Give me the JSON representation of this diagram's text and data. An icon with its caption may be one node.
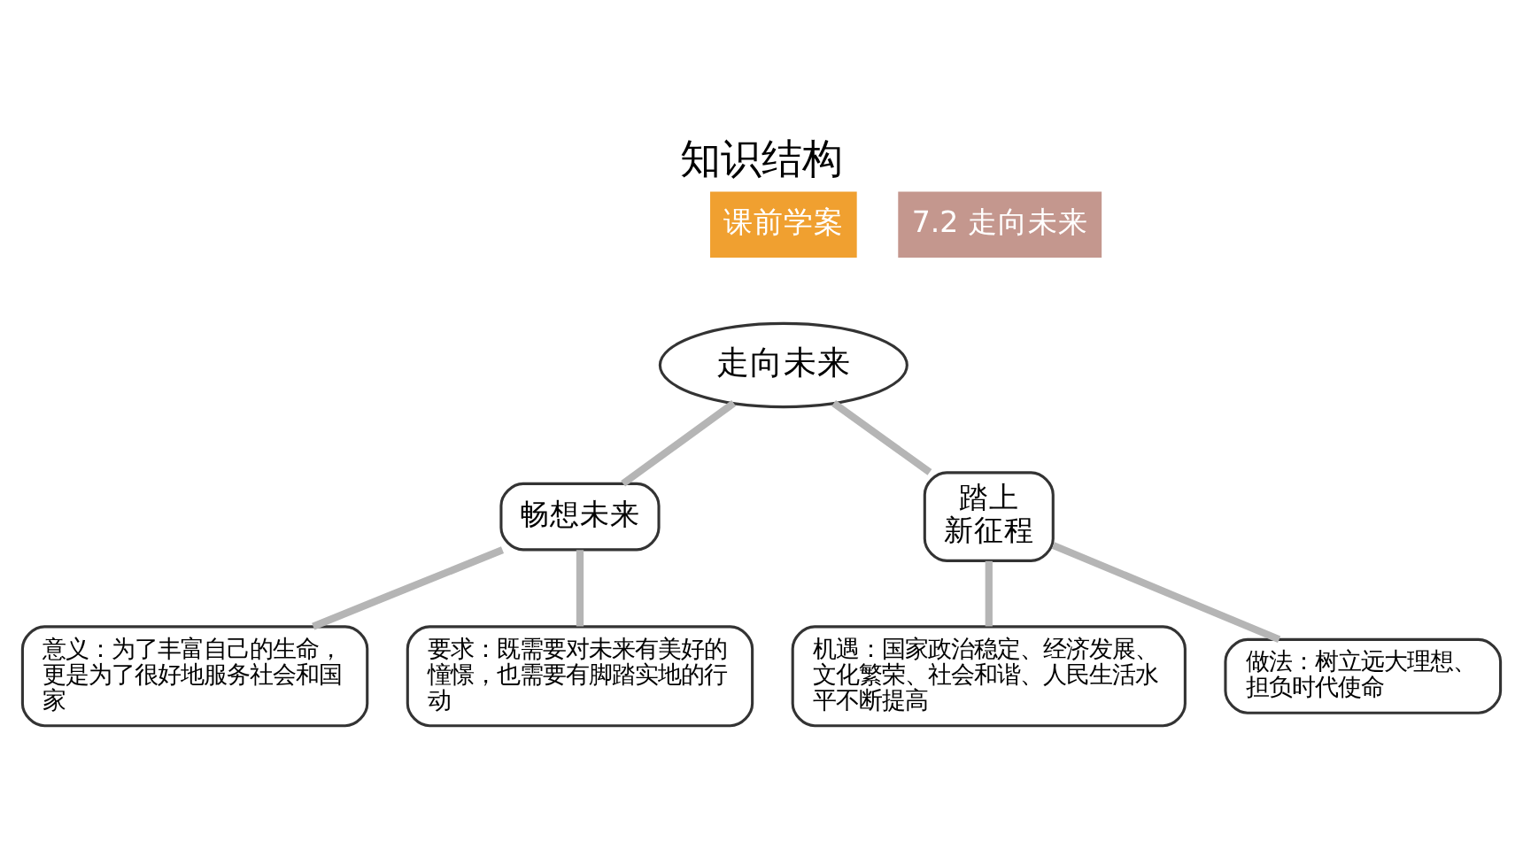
{
  "diagram": {
    "title": "知识结构",
    "nodes": [
      {
        "text": [
          "走向未来"
        ]
      },
      {
        "text": [
          "畅想未来"
        ]
      },
      {
        "text": [
          "踏上新征程"
        ]
      },
      {
        "text": [
          "意义：为了丰富自己的生命，更是为了很好地服务社会和国家"
        ]
      },
      {
        "text": [
          "要求：既需要对未来有美好的憧憬，也需要有脚踏实地的行动"
        ]
      },
      {
        "text": [
          "机遇：国家政治稳定、经济发展、文化繁荣、社会和谐、人民生活水平不断提高"
        ]
      },
      {
        "text": [
          "做法：树立远大理想、担负时代使命"
        ]
      }
    ],
    "edges": [
      {
        "from": 0,
        "to": 1,
        "arrow": "none"
      },
      {
        "from": 0,
        "to": 2,
        "arrow": "none"
      },
      {
        "from": 1,
        "to": 3,
        "arrow": "none"
      },
      {
        "from": 1,
        "to": 4,
        "arrow": "none"
      },
      {
        "from": 2,
        "to": 5,
        "arrow": "none"
      },
      {
        "from": 2,
        "to": 6,
        "arrow": "none"
      }
    ],
    "labels": [
      "7.2 走向未来",
      "课前学案"
    ]
  }
}
